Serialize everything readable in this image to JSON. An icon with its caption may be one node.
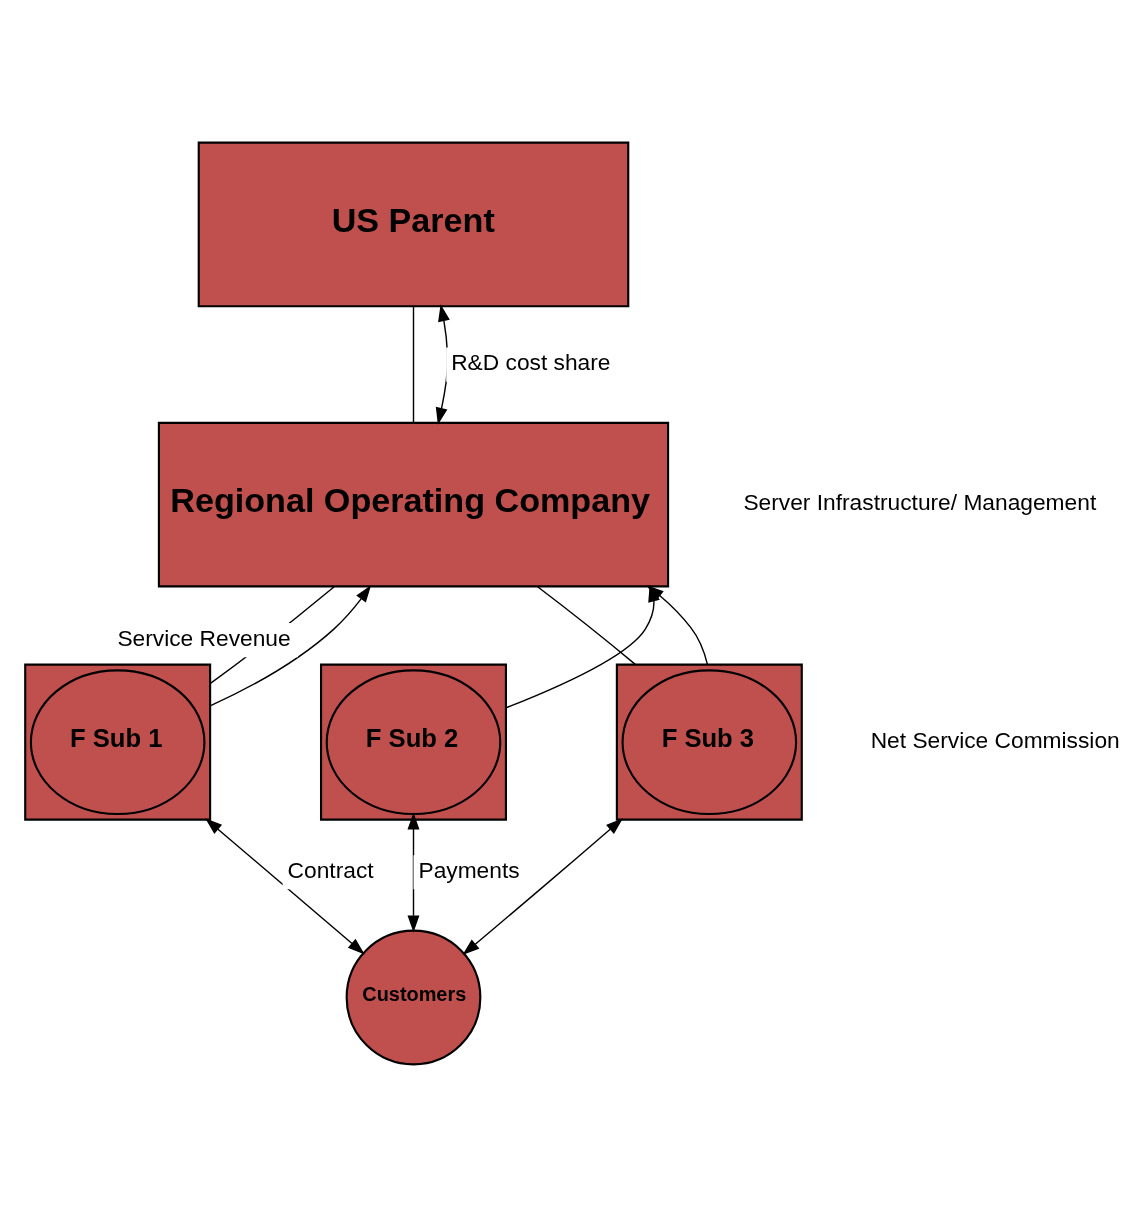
{
  "diagram": {
    "nodes": [
      {
        "text": [
          "US Parent"
        ]
      },
      {
        "text": [
          "Regional Operating Company"
        ]
      },
      {
        "text": [],
        "shape": "box"
      },
      {
        "text": [
          "F Sub 1"
        ],
        "in": 2
      },
      {
        "text": [],
        "shape": "box"
      },
      {
        "text": [
          "F Sub 2"
        ],
        "in": 4
      },
      {
        "text": [],
        "shape": "box"
      },
      {
        "text": [
          "F Sub 3"
        ],
        "in": 6
      },
      {
        "text": [
          "Customers"
        ]
      }
    ],
    "edges": [
      {
        "from": 0,
        "to": 1,
        "arrow": "none"
      },
      {
        "from": 1,
        "to": 0,
        "arrow": "both",
        "label": "R&D cost share"
      },
      {
        "from": 1,
        "to": 2,
        "arrow": "none"
      },
      {
        "from": 1,
        "to": 6,
        "arrow": "none"
      },
      {
        "from": 2,
        "to": 1,
        "arrow": "to",
        "label": "Service Revenue"
      },
      {
        "from": 4,
        "to": 1,
        "arrow": "to"
      },
      {
        "from": 6,
        "to": 1,
        "arrow": "to"
      },
      {
        "from": 2,
        "to": 8,
        "arrow": "both",
        "label": "Contract"
      },
      {
        "from": 5,
        "to": 8,
        "arrow": "both",
        "label": "Payments"
      },
      {
        "from": 6,
        "to": 8,
        "arrow": "both"
      }
    ],
    "labels": [
      "Server Infrastructure/ Management",
      "Net Service Commission"
    ]
  }
}
